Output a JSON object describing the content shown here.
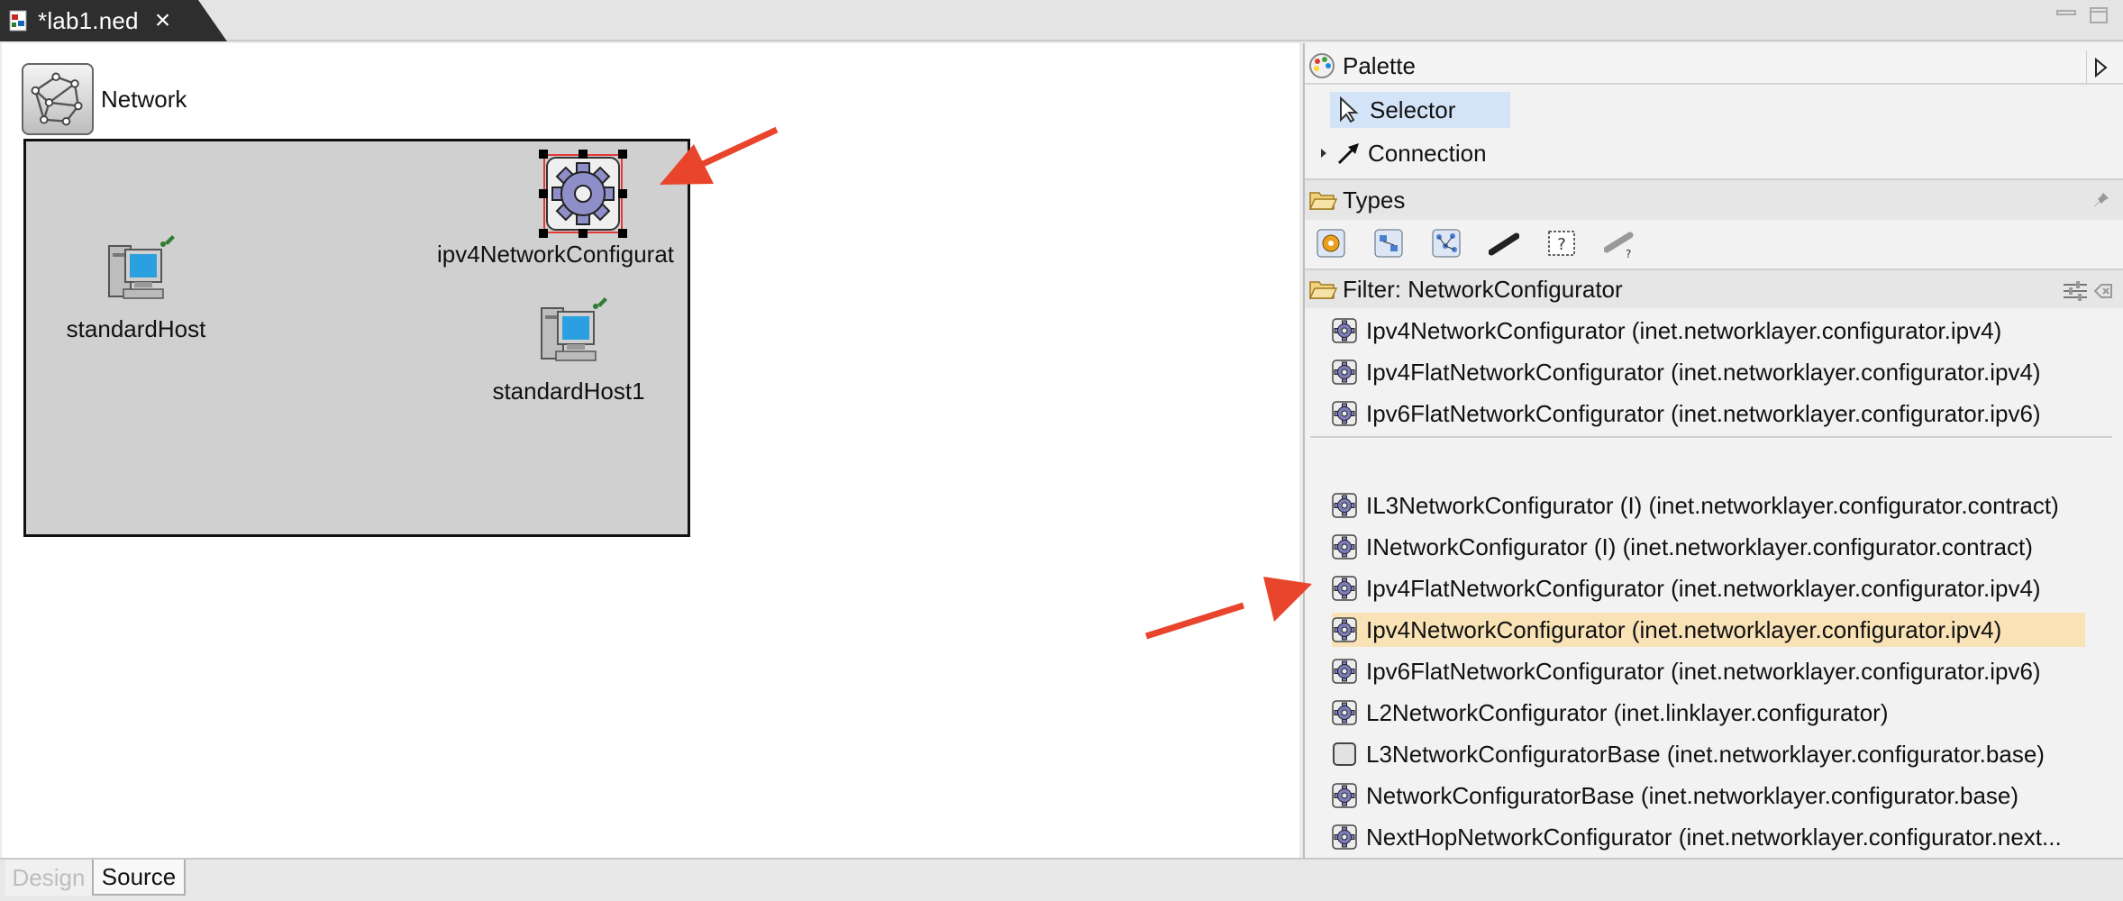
{
  "editor": {
    "tab_title": "*lab1.ned",
    "bottom_tabs": {
      "design": "Design",
      "source": "Source"
    }
  },
  "canvas": {
    "network_label": "Network",
    "nodes": {
      "host1": "standardHost",
      "configurator": "ipv4NetworkConfigurat",
      "host2": "standardHost1"
    }
  },
  "palette": {
    "title": "Palette",
    "selector": "Selector",
    "connection": "Connection",
    "types": "Types",
    "filter": "Filter: NetworkConfigurator",
    "items": [
      {
        "label": "Ipv4NetworkConfigurator (inet.networklayer.configurator.ipv4)",
        "icon": "gear-icon"
      },
      {
        "label": "Ipv4FlatNetworkConfigurator (inet.networklayer.configurator.ipv4)",
        "icon": "gear-icon"
      },
      {
        "label": "Ipv6FlatNetworkConfigurator (inet.networklayer.configurator.ipv6)",
        "icon": "gear-icon"
      },
      {
        "label": "IL3NetworkConfigurator (I) (inet.networklayer.configurator.contract)",
        "icon": "gear-icon"
      },
      {
        "label": "INetworkConfigurator (I) (inet.networklayer.configurator.contract)",
        "icon": "gear-icon"
      },
      {
        "label": "Ipv4FlatNetworkConfigurator (inet.networklayer.configurator.ipv4)",
        "icon": "gear-icon"
      },
      {
        "label": "Ipv4NetworkConfigurator (inet.networklayer.configurator.ipv4)",
        "icon": "gear-icon",
        "selected": true
      },
      {
        "label": "Ipv6FlatNetworkConfigurator (inet.networklayer.configurator.ipv6)",
        "icon": "gear-icon"
      },
      {
        "label": "L2NetworkConfigurator (inet.linklayer.configurator)",
        "icon": "gear-icon"
      },
      {
        "label": "L3NetworkConfiguratorBase (inet.networklayer.configurator.base)",
        "icon": "box-icon"
      },
      {
        "label": "NetworkConfiguratorBase (inet.networklayer.configurator.base)",
        "icon": "gear-icon"
      },
      {
        "label": "NextHopNetworkConfigurator (inet.networklayer.configurator.next...",
        "icon": "gear-icon"
      }
    ]
  },
  "colors": {
    "annotation_arrow": "#e8452c",
    "selection_highlight": "#f8e2b6",
    "selector_highlight": "#d4e4f8",
    "network_fill": "#d0d0d0"
  }
}
